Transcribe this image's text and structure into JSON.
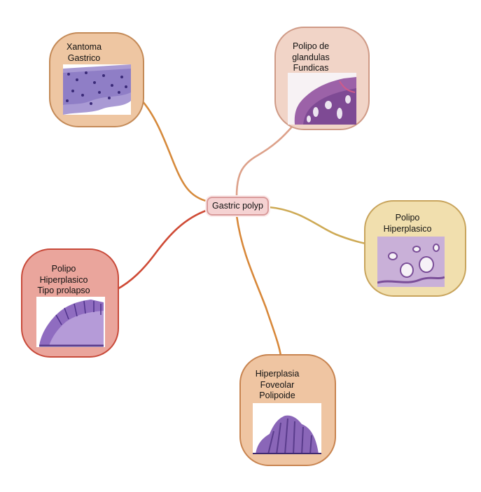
{
  "center": {
    "label": "Gastric polyp"
  },
  "nodes": [
    {
      "label": "Xantoma\nGastrico",
      "fill": "#eec6a2",
      "border": "#c48a57",
      "edge": "#d68a3c",
      "image": "histology-xanthoma-image"
    },
    {
      "label": "Polipo de\nglandulas\nFundicas",
      "fill": "#f1d4c7",
      "border": "#cf9a86",
      "edge": "#dda18a",
      "image": "histology-fundic-gland-polyp-image"
    },
    {
      "label": "Polipo\nHiperplasico",
      "fill": "#f1dfae",
      "border": "#c8a45c",
      "edge": "#ceaa55",
      "image": "histology-hyperplastic-polyp-image"
    },
    {
      "label": "Hiperplasia\nFoveolar\nPolipoide",
      "fill": "#efc5a2",
      "border": "#c88450",
      "edge": "#d8883a",
      "image": "histology-foveolar-hyperplasia-image"
    },
    {
      "label": "Polipo\nHiperplasico\nTipo prolapso",
      "fill": "#eaa59c",
      "border": "#c84a3a",
      "edge": "#cf4b36",
      "image": "histology-prolapse-type-polyp-image"
    }
  ]
}
